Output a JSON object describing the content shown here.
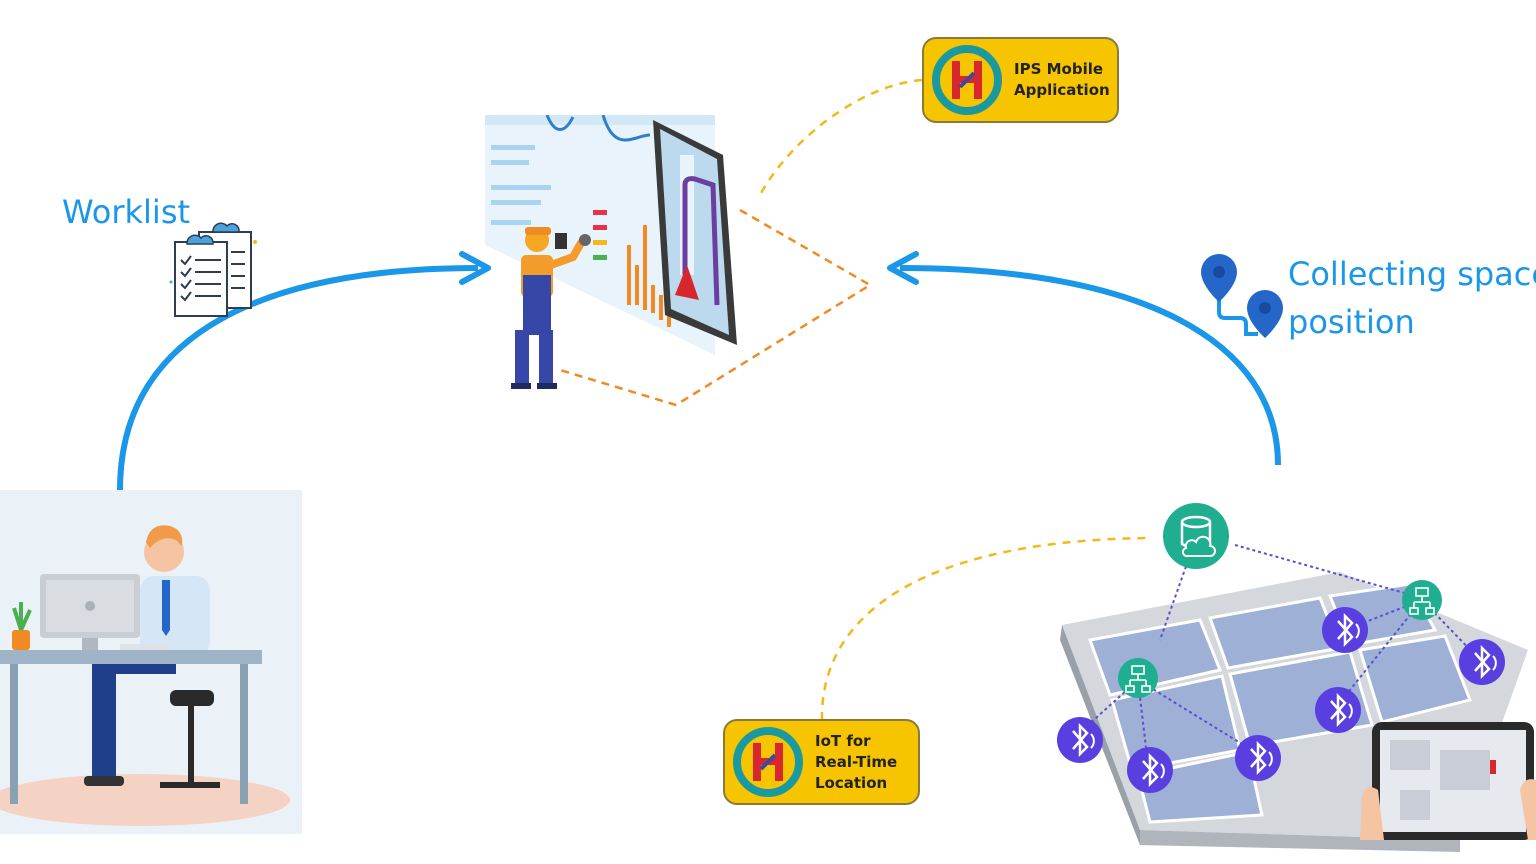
{
  "labels": {
    "worklist": "Worklist",
    "collecting_line1": "Collecting space",
    "collecting_line2": "position"
  },
  "badges": {
    "ips": "IPS Mobile\nApplication",
    "iot": "IoT for\nReal-Time\nLocation"
  },
  "colors": {
    "arrow": "#1a97e8",
    "dashed": "#f5b81c",
    "badge": "#f7c400",
    "bluetooth": "#5a3fe0",
    "hub": "#1fae8f",
    "logo_ring": "#1a9aa0",
    "logo_h": "#d7262e"
  },
  "icons": [
    "clipboard-icon",
    "location-pin-icon",
    "database-cloud-icon",
    "network-node-icon",
    "bluetooth-icon",
    "tablet-icon"
  ]
}
